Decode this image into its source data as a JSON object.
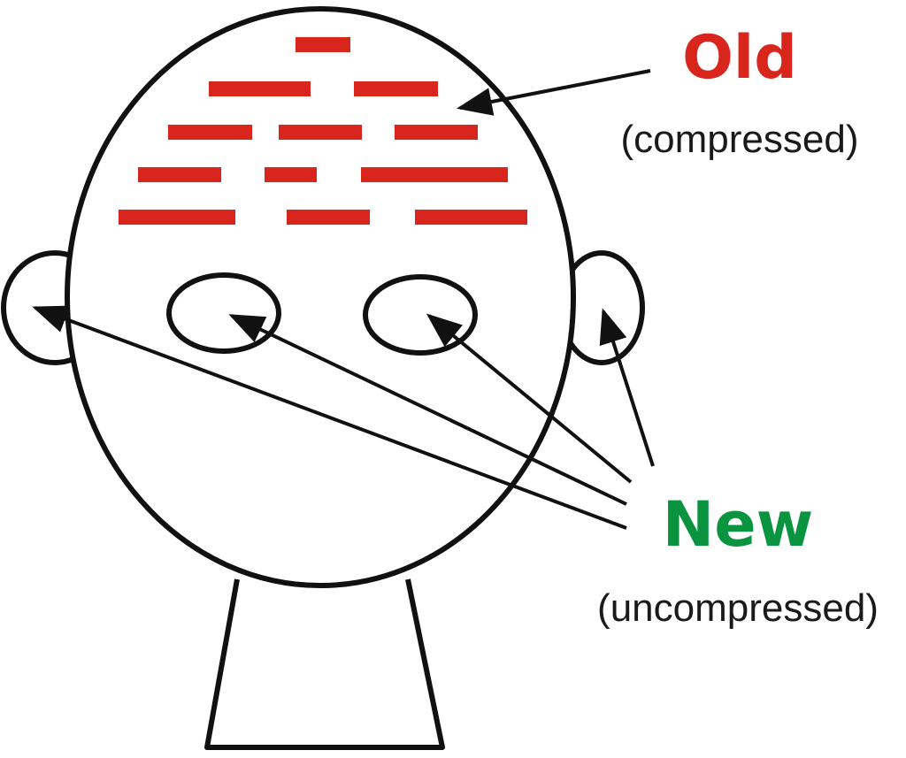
{
  "labels": {
    "old": "Old",
    "old_sub": "(compressed)",
    "new": "New",
    "new_sub": "(uncompressed)"
  },
  "colors": {
    "old": "#d9261c",
    "new": "#0a9440",
    "stroke": "#111111",
    "memory_bar": "#d9261c"
  }
}
